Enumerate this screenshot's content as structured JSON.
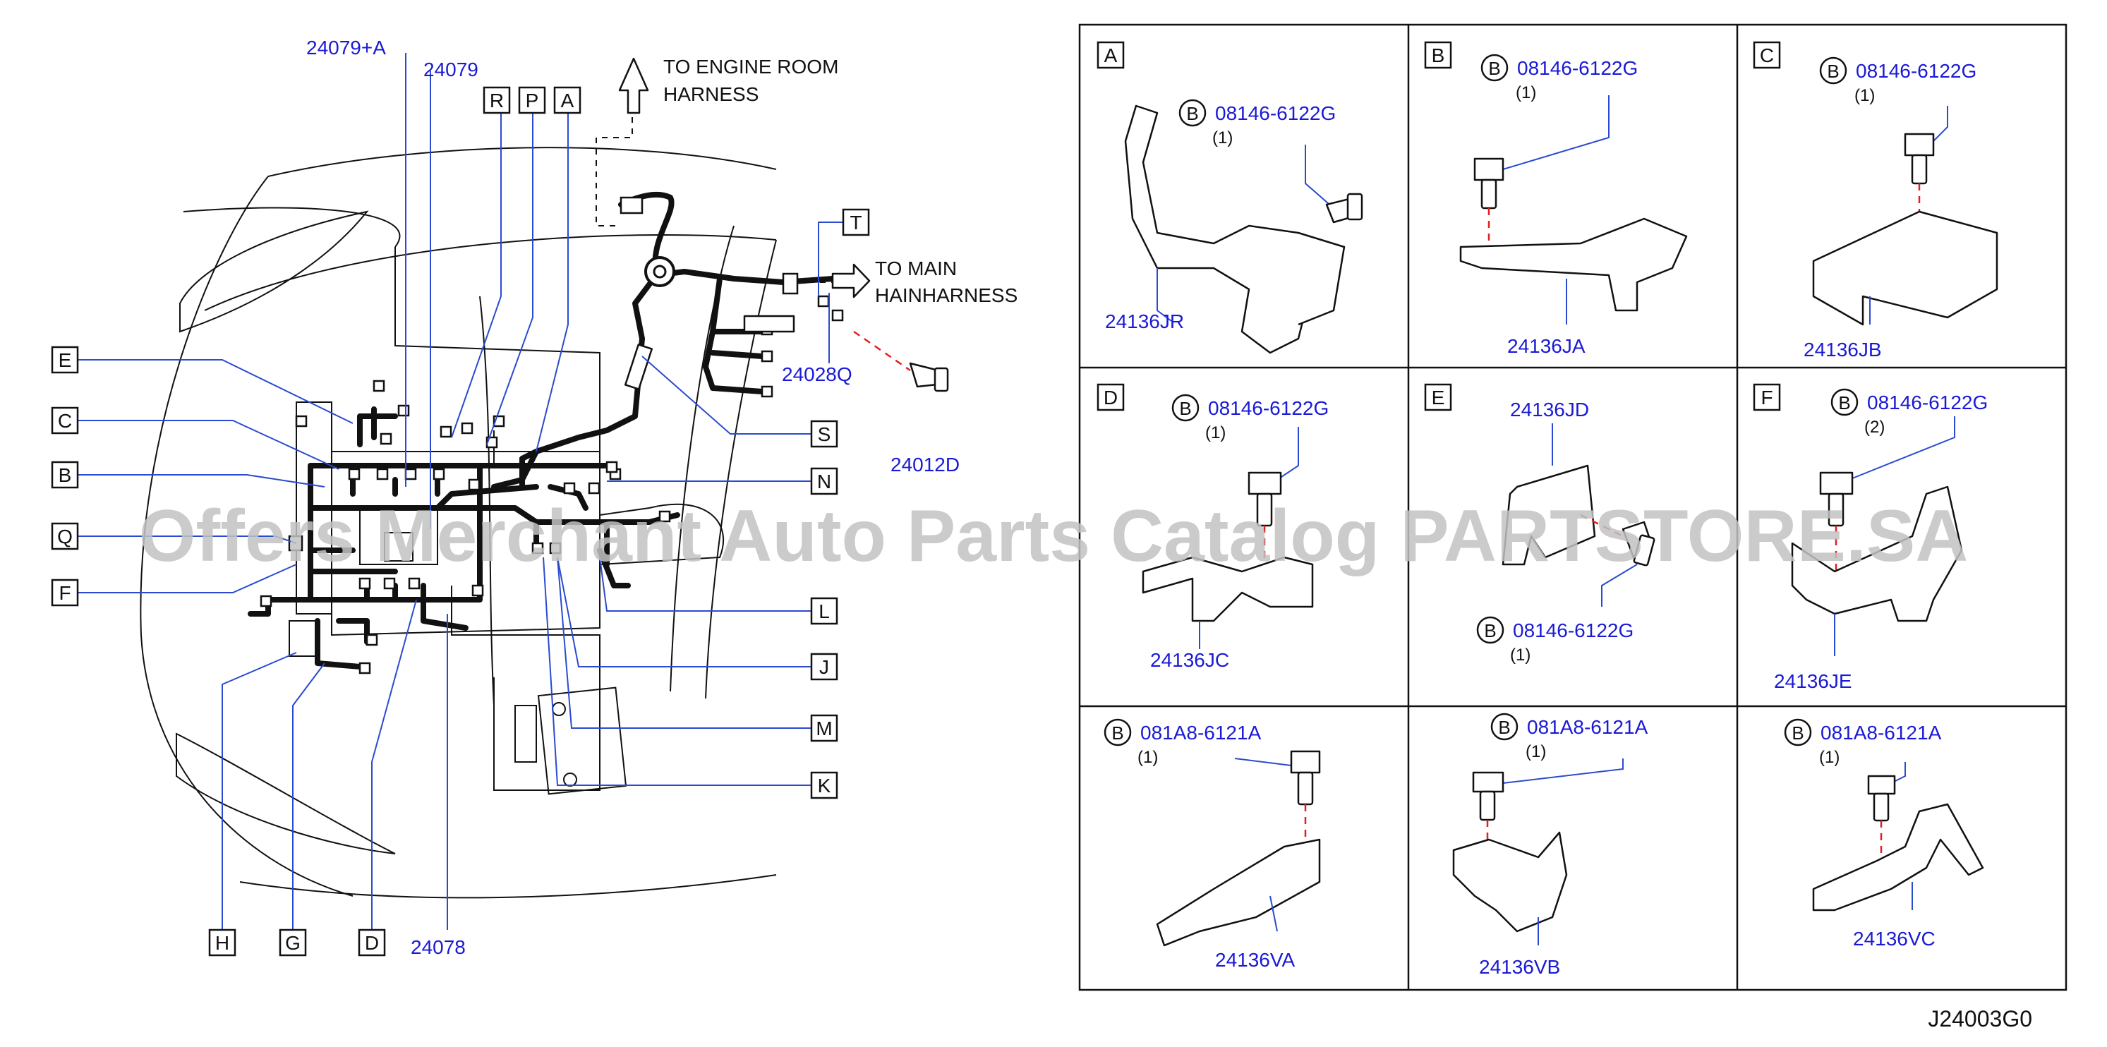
{
  "diagram": {
    "code": "J24003G0",
    "watermark": "Offers Merchant Auto Parts Catalog PARTSTORE.SA",
    "notes": {
      "engine_line1": "TO  ENGINE  ROOM",
      "engine_line2": "HARNESS",
      "main_line1": "TO  MAIN",
      "main_line2": "HAINHARNESS"
    },
    "part_numbers": {
      "p24079a": "24079+A",
      "p24079": "24079",
      "p24028q": "24028Q",
      "p24012d": "24012D",
      "p24078": "24078"
    },
    "callouts": {
      "R": "R",
      "P": "P",
      "A": "A",
      "T": "T",
      "S": "S",
      "N": "N",
      "L": "L",
      "J": "J",
      "M": "M",
      "K": "K",
      "E": "E",
      "C": "C",
      "B": "B",
      "Q": "Q",
      "F": "F",
      "H": "H",
      "G": "G",
      "D": "D"
    },
    "panels": [
      {
        "letter": "A",
        "bolt_marker": "B",
        "bolt_part": "08146-6122G",
        "qty": "(1)",
        "bracket_part": "24136JR"
      },
      {
        "letter": "B",
        "bolt_marker": "B",
        "bolt_part": "08146-6122G",
        "qty": "(1)",
        "bracket_part": "24136JA"
      },
      {
        "letter": "C",
        "bolt_marker": "B",
        "bolt_part": "08146-6122G",
        "qty": "(1)",
        "bracket_part": "24136JB"
      },
      {
        "letter": "D",
        "bolt_marker": "B",
        "bolt_part": "08146-6122G",
        "qty": "(1)",
        "bracket_part": "24136JC"
      },
      {
        "letter": "E",
        "bolt_marker": "B",
        "bolt_part": "08146-6122G",
        "qty": "(1)",
        "bracket_part": "24136JD"
      },
      {
        "letter": "F",
        "bolt_marker": "B",
        "bolt_part": "08146-6122G",
        "qty": "(2)",
        "bracket_part": "24136JE"
      },
      {
        "letter": "",
        "bolt_marker": "B",
        "bolt_part": "081A8-6121A",
        "qty": "(1)",
        "bracket_part": "24136VA"
      },
      {
        "letter": "",
        "bolt_marker": "B",
        "bolt_part": "081A8-6121A",
        "qty": "(1)",
        "bracket_part": "24136VB"
      },
      {
        "letter": "",
        "bolt_marker": "B",
        "bolt_part": "081A8-6121A",
        "qty": "(1)",
        "bracket_part": "24136VC"
      }
    ]
  }
}
